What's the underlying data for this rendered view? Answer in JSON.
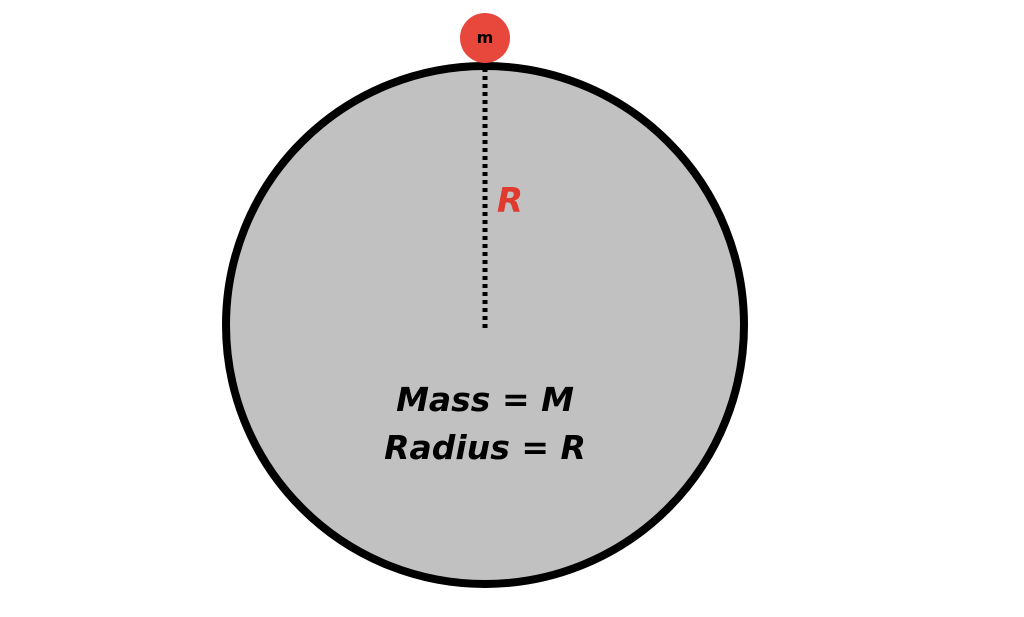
{
  "diagram": {
    "small_mass_label": "m",
    "radius_label": "R",
    "mass_caption": "Mass = M",
    "radius_caption": "Radius = R"
  },
  "colors": {
    "planet_fill": "#c1c1c1",
    "outline": "#000000",
    "small_mass": "#e8473c",
    "radius_label": "#e03a2f"
  }
}
